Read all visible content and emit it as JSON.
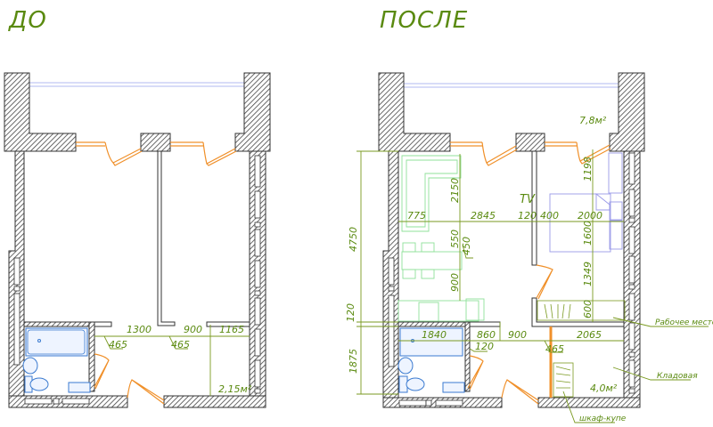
{
  "titles": {
    "before": "ДО",
    "after": "ПОСЛЕ"
  },
  "colors": {
    "text": "#5a8a10",
    "dimension": "#7a9a20",
    "door": "#f0902a",
    "wall": "#333333",
    "sanitary": "#3a7ad0",
    "furniture_kitchen": "#8fe09a",
    "furniture_bedroom": "#9a9ae8"
  },
  "before": {
    "dims": [
      "1300",
      "900",
      "1165",
      "465",
      "465"
    ],
    "area": "2,15м²"
  },
  "after": {
    "dims_vertical": [
      "4750",
      "1875",
      "120",
      "2150",
      "550",
      "900",
      "1198",
      "1600",
      "1349",
      "600"
    ],
    "dims_horizontal": [
      "775",
      "2845",
      "120",
      "400",
      "2000",
      "1840",
      "860",
      "900",
      "2065"
    ],
    "dims_leader": [
      "450",
      "120",
      "465"
    ],
    "tv": "TV",
    "areas": [
      "7,8м²",
      "4,0м²"
    ],
    "labels": {
      "workplace": "Рабочее место",
      "storage": "Кладовая",
      "wardrobe": "шкаф-купе"
    }
  }
}
